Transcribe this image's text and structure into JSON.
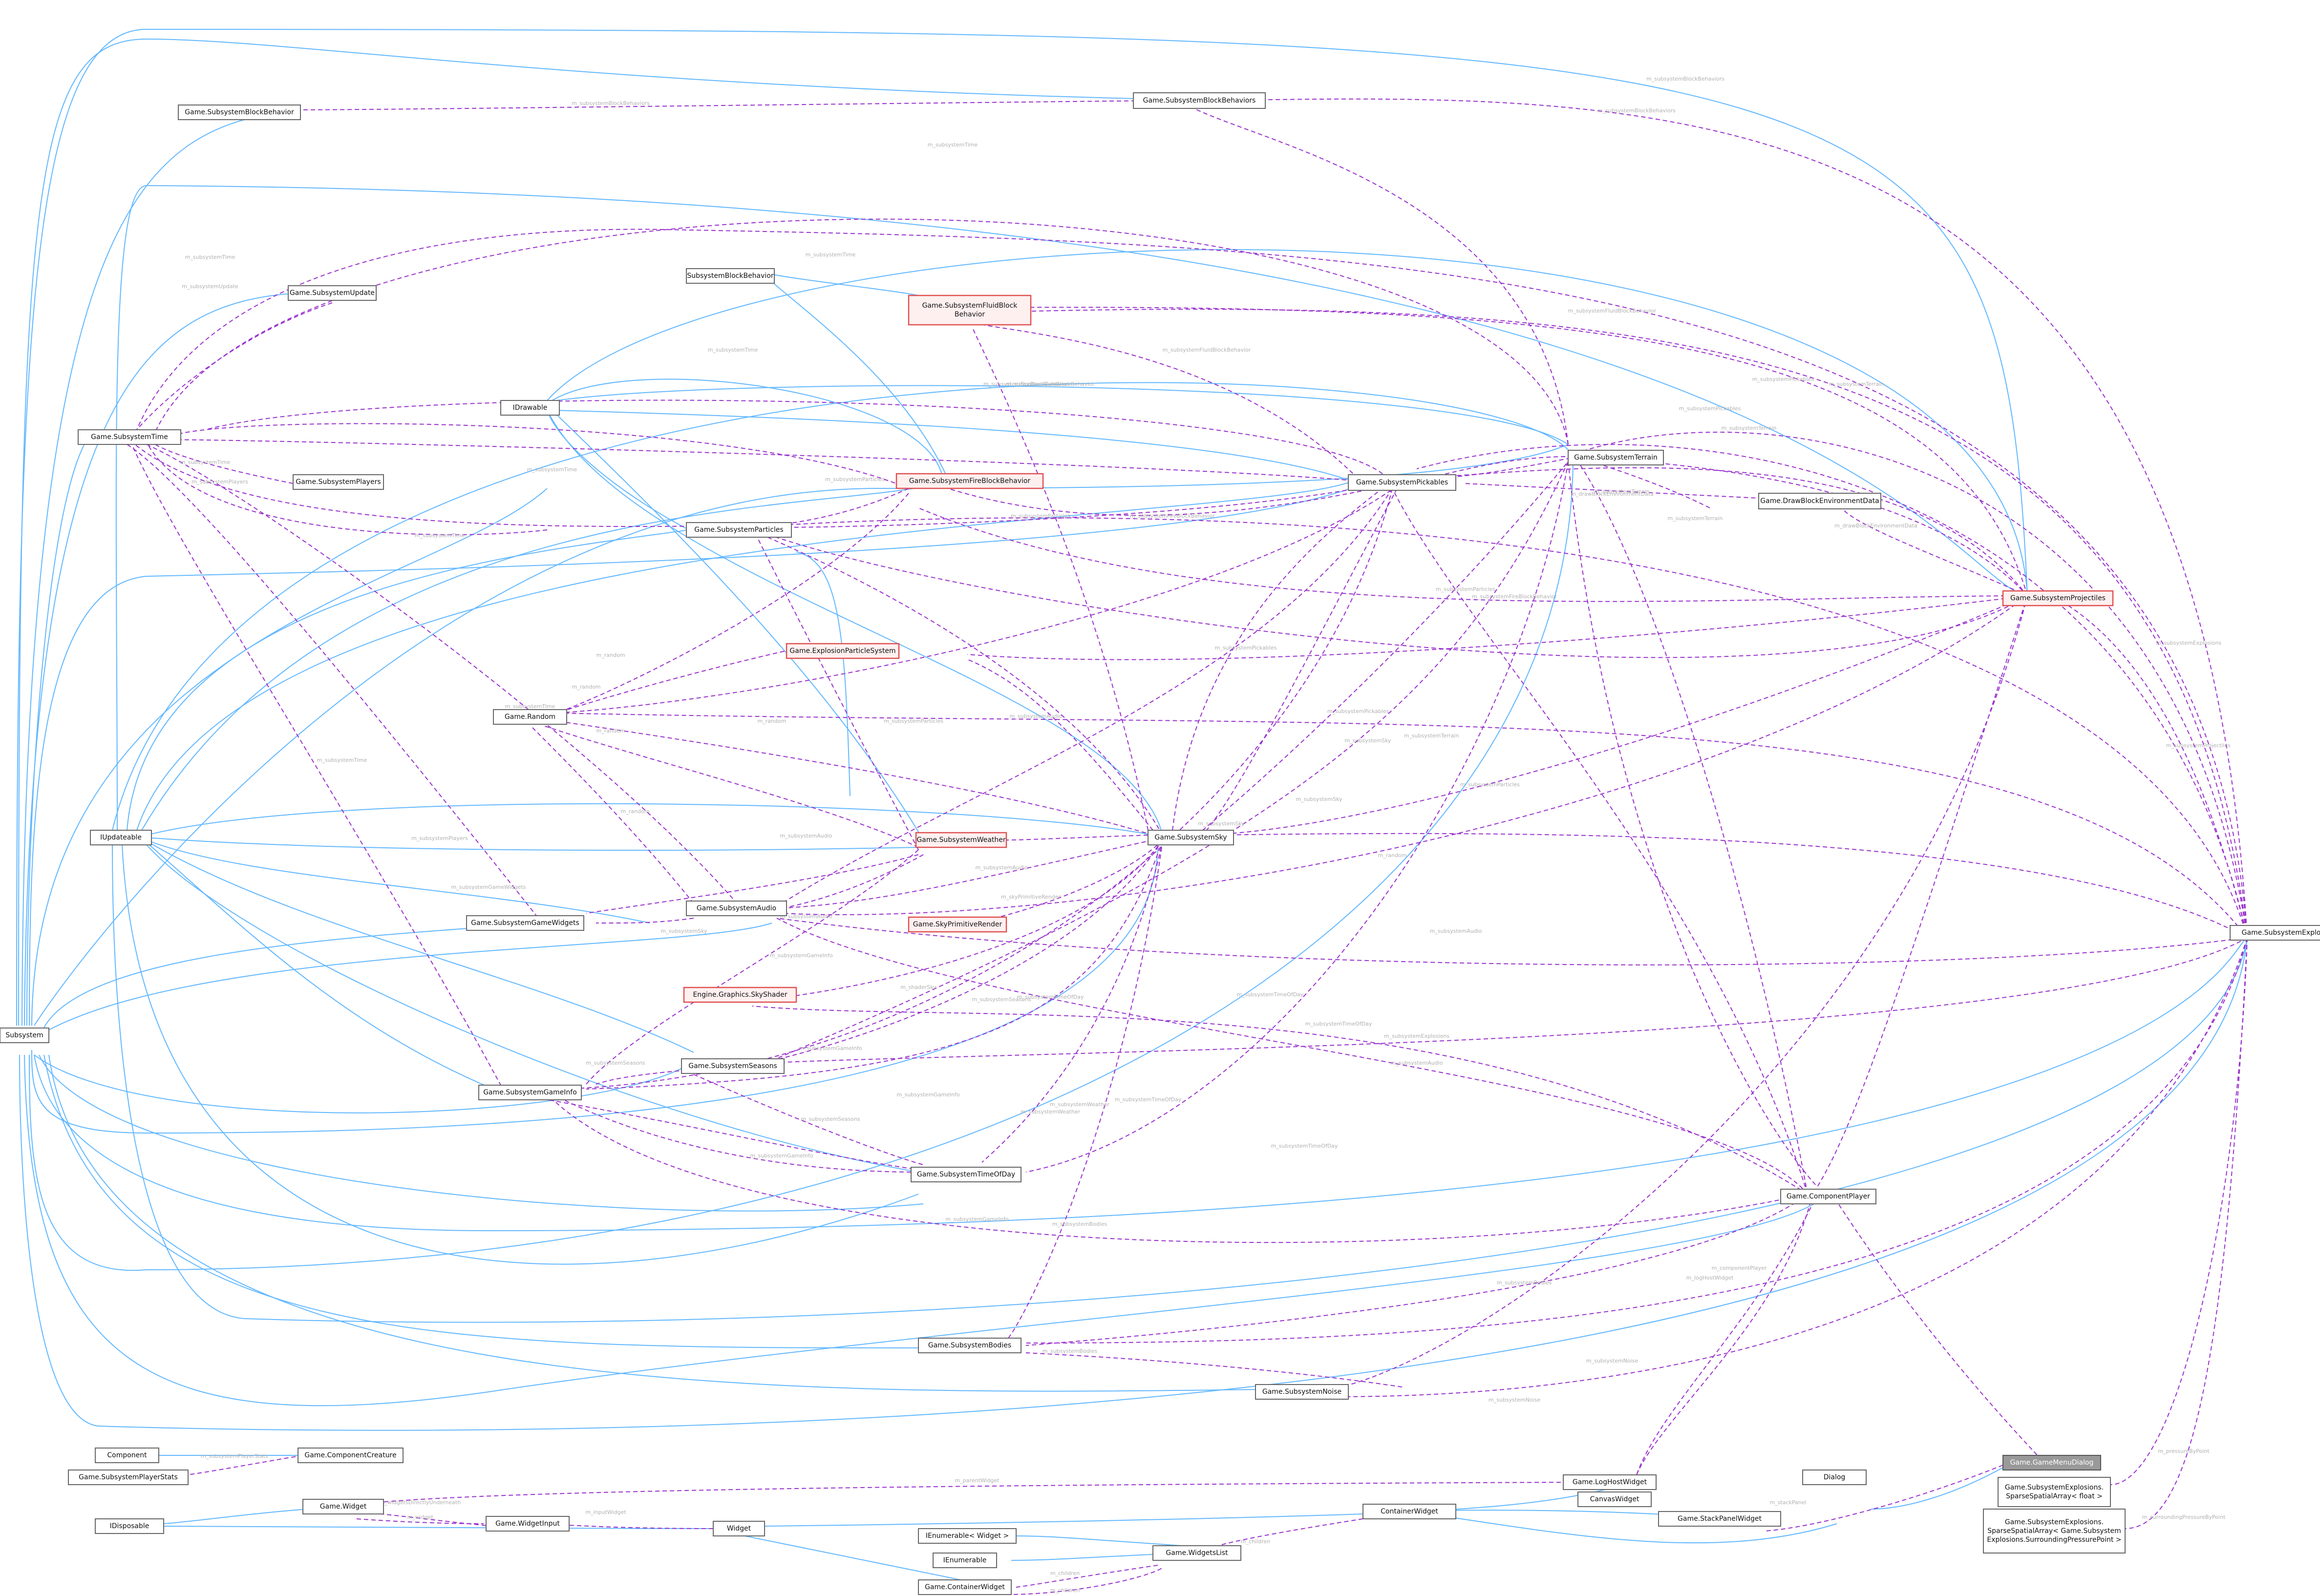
{
  "nodes": [
    {
      "id": "scblockbehavior",
      "label": "Game.SubsystemBlockBehavior",
      "style": "normal"
    },
    {
      "id": "blockbehaviors",
      "label": "Game.SubsystemBlockBehaviors",
      "style": "normal"
    },
    {
      "id": "update",
      "label": "Game.SubsystemUpdate",
      "style": "normal"
    },
    {
      "id": "sbb",
      "label": "SubsystemBlockBehavior",
      "style": "normal"
    },
    {
      "id": "fluidbb",
      "label": "Game.SubsystemFluidBlock\nBehavior",
      "style": "red"
    },
    {
      "id": "drawable",
      "label": "IDrawable",
      "style": "normal"
    },
    {
      "id": "time",
      "label": "Game.SubsystemTime",
      "style": "normal"
    },
    {
      "id": "players",
      "label": "Game.SubsystemPlayers",
      "style": "normal"
    },
    {
      "id": "firebb",
      "label": "Game.SubsystemFireBlockBehavior",
      "style": "red"
    },
    {
      "id": "pickables",
      "label": "Game.SubsystemPickables",
      "style": "normal"
    },
    {
      "id": "terrain",
      "label": "Game.SubsystemTerrain",
      "style": "normal"
    },
    {
      "id": "drawenv",
      "label": "Game.DrawBlockEnvironmentData",
      "style": "normal"
    },
    {
      "id": "particles",
      "label": "Game.SubsystemParticles",
      "style": "normal"
    },
    {
      "id": "projectiles",
      "label": "Game.SubsystemProjectiles",
      "style": "red"
    },
    {
      "id": "expparticles",
      "label": "Game.ExplosionParticleSystem",
      "style": "red"
    },
    {
      "id": "random",
      "label": "Game.Random",
      "style": "normal"
    },
    {
      "id": "updateable",
      "label": "IUpdateable",
      "style": "normal"
    },
    {
      "id": "weather",
      "label": "Game.SubsystemWeather",
      "style": "red"
    },
    {
      "id": "sky",
      "label": "Game.SubsystemSky",
      "style": "normal"
    },
    {
      "id": "explosions",
      "label": "Game.SubsystemExplosions",
      "style": "normal"
    },
    {
      "id": "gamewidgets",
      "label": "Game.SubsystemGameWidgets",
      "style": "normal"
    },
    {
      "id": "audio",
      "label": "Game.SubsystemAudio",
      "style": "normal"
    },
    {
      "id": "skyprimitive",
      "label": "Game.SkyPrimitiveRender",
      "style": "red"
    },
    {
      "id": "skyshader",
      "label": "Engine.Graphics.SkyShader",
      "style": "red"
    },
    {
      "id": "subsystem",
      "label": "Subsystem",
      "style": "normal"
    },
    {
      "id": "seasons",
      "label": "Game.SubsystemSeasons",
      "style": "normal"
    },
    {
      "id": "gameinfo",
      "label": "Game.SubsystemGameInfo",
      "style": "normal"
    },
    {
      "id": "timeofday",
      "label": "Game.SubsystemTimeOfDay",
      "style": "normal"
    },
    {
      "id": "compplayer",
      "label": "Game.ComponentPlayer",
      "style": "normal"
    },
    {
      "id": "bodies",
      "label": "Game.SubsystemBodies",
      "style": "normal"
    },
    {
      "id": "noise",
      "label": "Game.SubsystemNoise",
      "style": "normal"
    },
    {
      "id": "component",
      "label": "Component",
      "style": "normal"
    },
    {
      "id": "compcreature",
      "label": "Game.ComponentCreature",
      "style": "normal"
    },
    {
      "id": "playerstats",
      "label": "Game.SubsystemPlayerStats",
      "style": "normal"
    },
    {
      "id": "gamemenu",
      "label": "Game.GameMenuDialog",
      "style": "focus"
    },
    {
      "id": "explarray1",
      "label": "Game.SubsystemExplosions.\nSparseSpatialArray< float >",
      "style": "normal"
    },
    {
      "id": "explarray2",
      "label": "Game.SubsystemExplosions.\nSparseSpatialArray< Game.Subsystem\nExplosions.SurroundingPressurePoint >",
      "style": "normal"
    },
    {
      "id": "dialog",
      "label": "Dialog",
      "style": "normal"
    },
    {
      "id": "loghost",
      "label": "Game.LogHostWidget",
      "style": "normal"
    },
    {
      "id": "widgetcls",
      "label": "Game.Widget",
      "style": "normal"
    },
    {
      "id": "widgetinput",
      "label": "Game.WidgetInput",
      "style": "normal"
    },
    {
      "id": "disposable",
      "label": "IDisposable",
      "style": "normal"
    },
    {
      "id": "widget",
      "label": "Widget",
      "style": "normal"
    },
    {
      "id": "containerwidget",
      "label": "ContainerWidget",
      "style": "normal"
    },
    {
      "id": "canvaswidget",
      "label": "CanvasWidget",
      "style": "normal"
    },
    {
      "id": "stackpanel",
      "label": "Game.StackPanelWidget",
      "style": "normal"
    },
    {
      "id": "ienumwidget",
      "label": "IEnumerable< Widget >",
      "style": "normal"
    },
    {
      "id": "ienum",
      "label": "IEnumerable",
      "style": "normal"
    },
    {
      "id": "widgetslist",
      "label": "Game.WidgetsList",
      "style": "normal"
    },
    {
      "id": "gamecontainer",
      "label": "Game.ContainerWidget",
      "style": "normal"
    }
  ],
  "edge_labels": [
    "m_subsystemBlockBehaviors",
    "m_subsystemUpdate",
    "m_subsystemTime",
    "m_subsystemFluidBlockBehavior",
    "m_subsystemPlayers",
    "m_subsystemParticles",
    "m_subsystemFireBlockBehavior",
    "m_subsystemPickables",
    "m_subsystemTerrain",
    "m_drawBlockEnvironmentData",
    "m_random",
    "m_subsystemAudio",
    "m_subsystemSky",
    "m_subsystemGameWidgets",
    "m_subsystemGameInfo",
    "m_subsystemSeasons",
    "m_subsystemTimeOfDay",
    "m_subsystemWeather",
    "m_subsystemBodies",
    "m_subsystemNoise",
    "m_subsystemProjectiles",
    "m_subsystemExplosions",
    "m_componentPlayer",
    "m_subsystemPlayerStats",
    "m_pressureByPoint",
    "m_surroundingPressureByPoint",
    "m_stackPanel",
    "m_parentWidget",
    "m_widgetsDirectlyUnderneath",
    "m_widget",
    "m_logHostWidget",
    "m_children",
    "m_inputWidget",
    "m_skyPrimitiveRender",
    "m_shader\nm_shaderAlphaTest",
    "m_shaderSky"
  ]
}
